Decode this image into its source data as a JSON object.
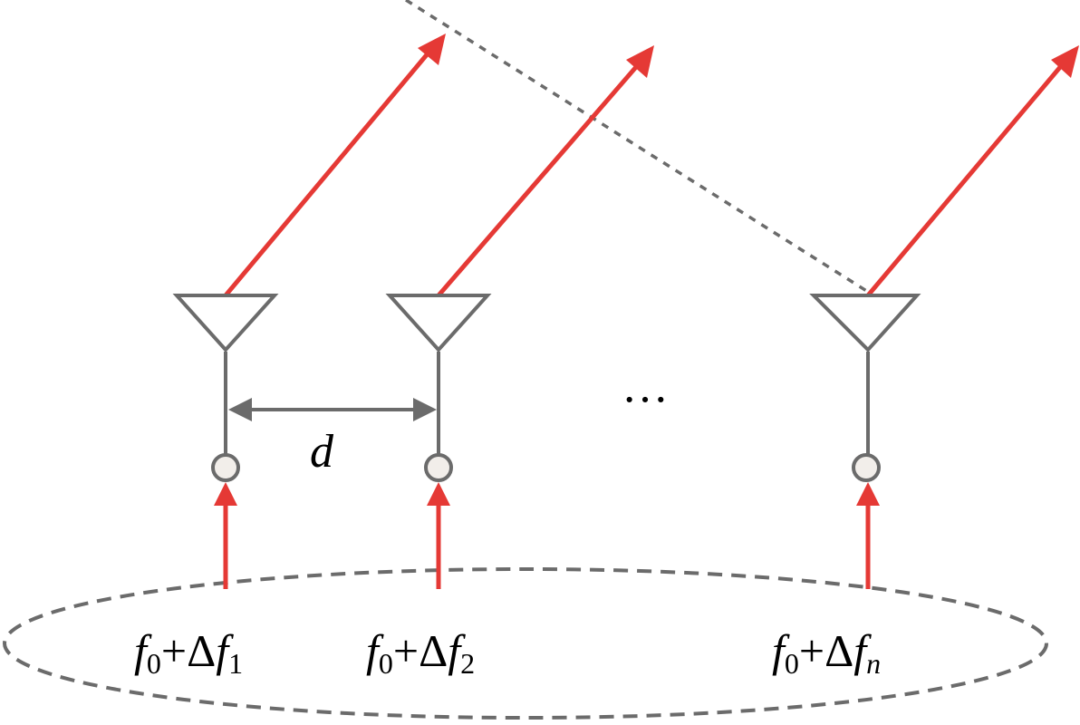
{
  "spacing_label": "d",
  "ellipsis": "···",
  "elements": [
    {
      "base": "f",
      "base_sub": "0",
      "plus": "+",
      "delta": "Δ",
      "var": "f",
      "var_sub": "1"
    },
    {
      "base": "f",
      "base_sub": "0",
      "plus": "+",
      "delta": "Δ",
      "var": "f",
      "var_sub": "2"
    },
    {
      "base": "f",
      "base_sub": "0",
      "plus": "+",
      "delta": "Δ",
      "var": "f",
      "var_sub": "n"
    }
  ],
  "colors": {
    "signal": "#e53935",
    "structure": "#6b6b6b",
    "node_fill": "#f2eeea"
  }
}
